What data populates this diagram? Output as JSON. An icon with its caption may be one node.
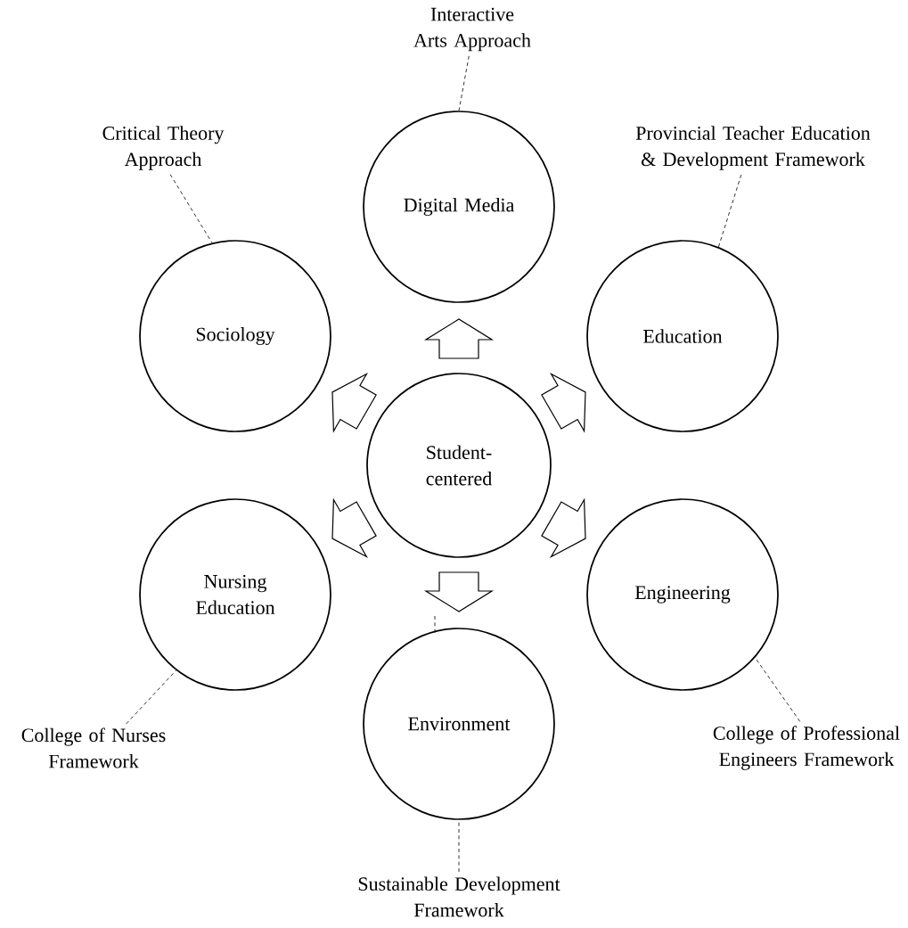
{
  "diagram": {
    "nodes": [
      {
        "text": [
          "Interactive Arts Approach"
        ]
      },
      {
        "text": [
          "Critical Theory Approach"
        ]
      },
      {
        "text": [
          "Provincial Teacher Education & Development Framework"
        ]
      },
      {
        "text": [
          "Digital Media"
        ]
      },
      {
        "text": [
          "Sociology"
        ]
      },
      {
        "text": [
          "Education"
        ]
      },
      {
        "text": [
          "Student-centered"
        ]
      },
      {
        "text": [
          "Nursing Education"
        ]
      },
      {
        "text": [
          "Engineering"
        ]
      },
      {
        "text": [
          "Environment"
        ]
      },
      {
        "text": [
          "College of Nurses Framework"
        ]
      },
      {
        "text": [
          "College of Professional Engineers Framework"
        ]
      },
      {
        "text": [
          "Sustainable Development Framework"
        ]
      }
    ],
    "edges": [
      {
        "from": 6,
        "to": 3,
        "arrow": "to"
      },
      {
        "from": 6,
        "to": 4,
        "arrow": "to"
      },
      {
        "from": 6,
        "to": 5,
        "arrow": "to"
      },
      {
        "from": 6,
        "to": 7,
        "arrow": "to"
      },
      {
        "from": 6,
        "to": 8,
        "arrow": "to"
      },
      {
        "from": 6,
        "to": 9,
        "arrow": "to"
      },
      {
        "from": 0,
        "to": 3,
        "arrow": "none",
        "style": "dashed"
      },
      {
        "from": 1,
        "to": 4,
        "arrow": "none",
        "style": "dashed"
      },
      {
        "from": 2,
        "to": 5,
        "arrow": "none",
        "style": "dashed"
      },
      {
        "from": 10,
        "to": 7,
        "arrow": "none",
        "style": "dashed"
      },
      {
        "from": 11,
        "to": 8,
        "arrow": "none",
        "style": "dashed"
      },
      {
        "from": 12,
        "to": 9,
        "arrow": "none",
        "style": "dashed"
      }
    ]
  }
}
